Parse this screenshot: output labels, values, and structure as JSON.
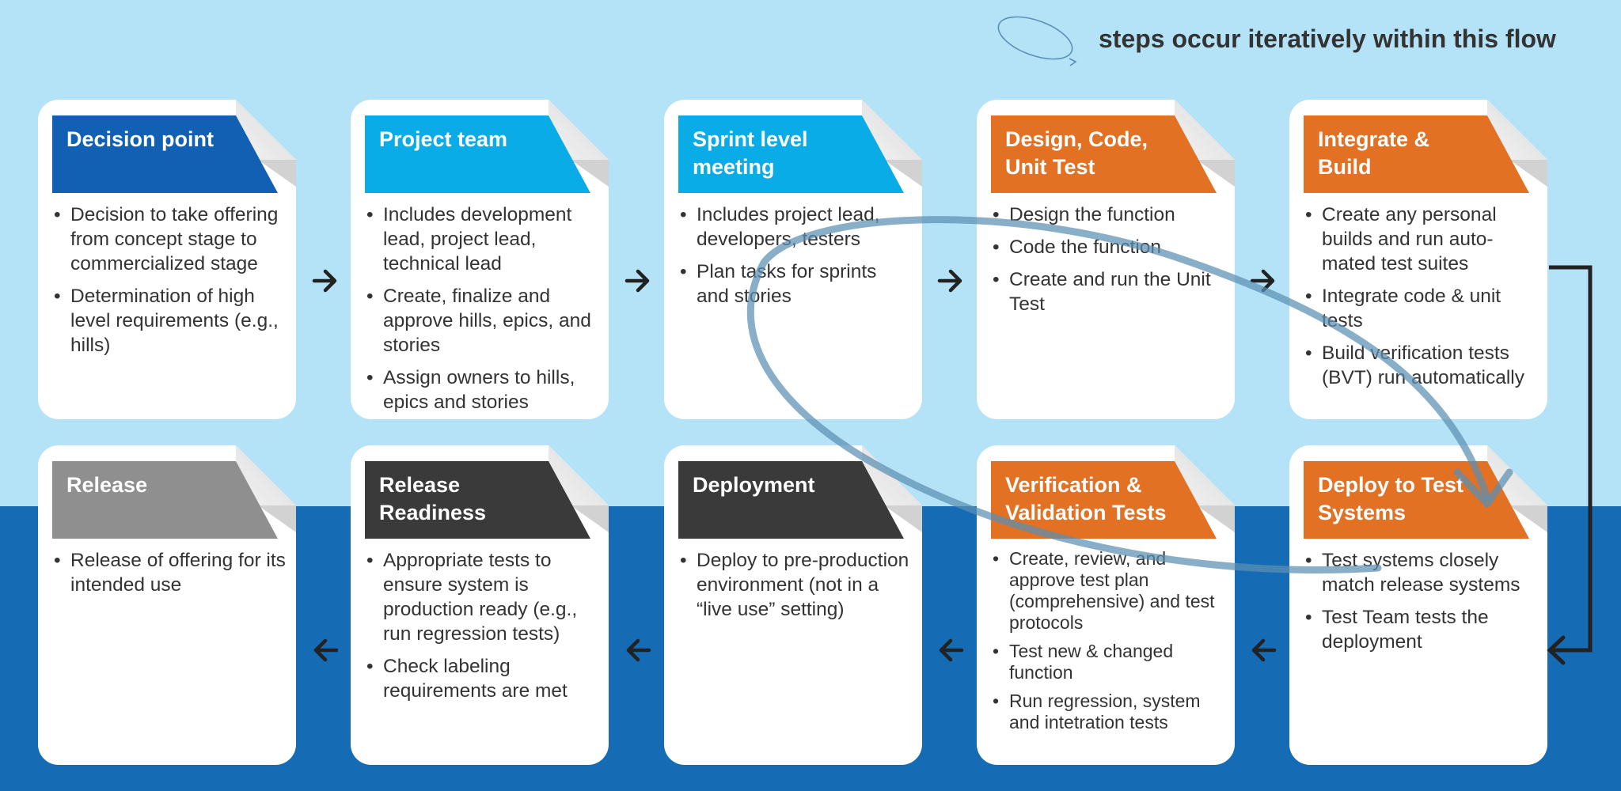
{
  "legend": {
    "text": "steps occur iteratively within this flow",
    "icon": "loop-arrow-icon"
  },
  "colors": {
    "sky": "#b4e3f8",
    "band": "#156cb5",
    "header_blue_dark": "#1160b4",
    "header_blue_light": "#0aace8",
    "header_orange": "#e27124",
    "header_dark": "#3a3a3a",
    "header_gray": "#8f8f8f",
    "loop": "#5b8fb3"
  },
  "steps": [
    {
      "title_lines": [
        "Decision point"
      ],
      "bullets": [
        "Decision to take offering from concept stage to commercialized stage",
        "Determination of high level requirements (e.g., hills)"
      ]
    },
    {
      "title_lines": [
        "Project team"
      ],
      "bullets": [
        "Includes development lead, project lead, technical lead",
        "Create, finalize and approve hills, epics, and stories",
        "Assign owners to hills, epics and stories"
      ]
    },
    {
      "title_lines": [
        "Sprint level",
        "meeting"
      ],
      "bullets": [
        "Includes project lead, developers, testers",
        "Plan tasks for sprints and stories"
      ]
    },
    {
      "title_lines": [
        "Design, Code,",
        "Unit Test"
      ],
      "bullets": [
        "Design the function",
        "Code the function",
        "Create and run the Unit Test"
      ]
    },
    {
      "title_lines": [
        "Integrate &",
        "Build"
      ],
      "bullets": [
        "Create any personal builds and run auto-mated test suites",
        "Integrate code & unit tests",
        "Build verification tests (BVT) run automatically"
      ]
    },
    {
      "title_lines": [
        "Deploy to Test",
        "Systems"
      ],
      "bullets": [
        "Test systems closely match release systems",
        "Test Team tests the deployment"
      ]
    },
    {
      "title_lines": [
        "Verification &",
        "Validation Tests"
      ],
      "bullets": [
        "Create, review, and approve test plan (comprehensive) and test protocols",
        "Test new & changed function",
        "Run regression, system and intetration tests"
      ]
    },
    {
      "title_lines": [
        "Deployment"
      ],
      "bullets": [
        "Deploy to pre-production environment (not in a “live use” setting)"
      ]
    },
    {
      "title_lines": [
        "Release",
        "Readiness"
      ],
      "bullets": [
        "Appropriate tests to ensure system is production ready (e.g., run regression tests)",
        "Check labeling requirements are met"
      ]
    },
    {
      "title_lines": [
        "Release"
      ],
      "bullets": [
        "Release of offering for its intended use"
      ]
    }
  ]
}
